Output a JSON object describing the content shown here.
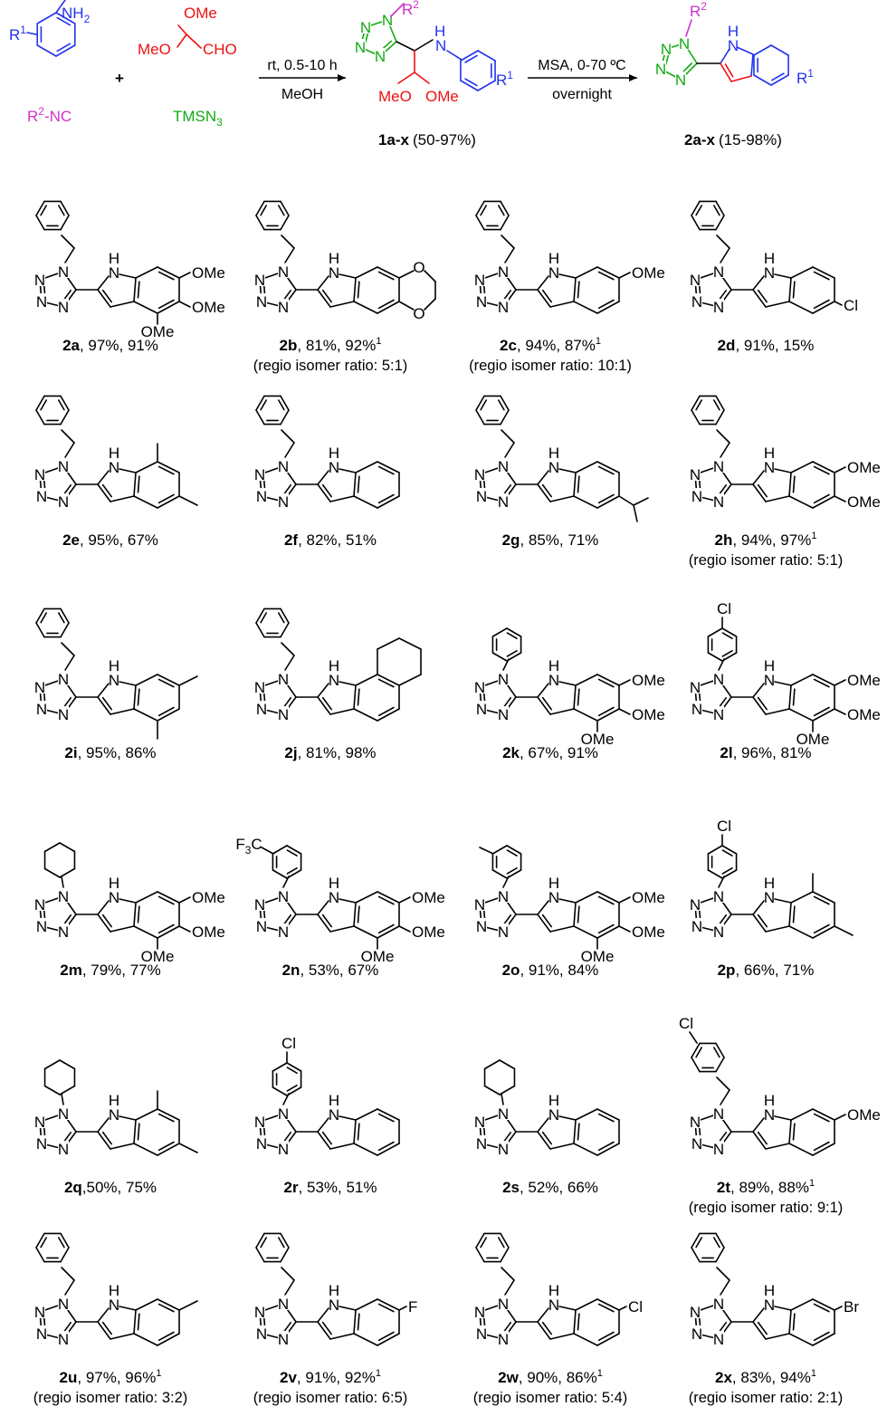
{
  "reagents": {
    "aniline_r": "R",
    "aniline_r_sup": "1",
    "nh2": "NH",
    "nh2_sub": "2",
    "acetal_ome": "OMe",
    "acetal_meo": "MeO",
    "acetal_cho": "CHO",
    "isocyanide_r": "R",
    "isocyanide_sup": "2",
    "isocyanide_rest": "-NC",
    "azide": "TMSN",
    "azide_sub": "3",
    "plus": "+"
  },
  "step1": {
    "above": "rt, 0.5-10 h",
    "below": "MeOH"
  },
  "step2": {
    "above": "MSA, 0-70 ºC",
    "below": "overnight"
  },
  "intermediate": {
    "id": "1a-x",
    "yield": "(50-97%)",
    "nh": "H",
    "n": "N",
    "meo": "MeO",
    "ome": "OMe"
  },
  "final": {
    "id": "2a-x",
    "yield": "(15-98%)"
  },
  "atoms": {
    "N": "N",
    "NH_H": "H",
    "NH_N": "N",
    "OMe": "OMe",
    "O": "O",
    "Cl": "Cl",
    "F": "F",
    "Br": "Br",
    "F3C": "F",
    "R2": "R",
    "R2_sup": "2",
    "R1": "R",
    "R1_sup": "1"
  },
  "compounds": [
    {
      "id": "2a",
      "text": ", 97%, 91%",
      "note": ""
    },
    {
      "id": "2b",
      "text": ", 81%, 92%",
      "sup": "1",
      "note": "(regio isomer ratio: 5:1)"
    },
    {
      "id": "2c",
      "text": ", 94%, 87%",
      "sup": "1",
      "note": "(regio isomer ratio: 10:1)"
    },
    {
      "id": "2d",
      "text": ", 91%, 15%",
      "note": ""
    },
    {
      "id": "2e",
      "text": ", 95%, 67%",
      "note": ""
    },
    {
      "id": "2f",
      "text": ", 82%, 51%",
      "note": ""
    },
    {
      "id": "2g",
      "text": ", 85%, 71%",
      "note": ""
    },
    {
      "id": "2h",
      "text": ", 94%, 97%",
      "sup": "1",
      "note": "(regio isomer ratio: 5:1)"
    },
    {
      "id": "2i",
      "text": ", 95%, 86%",
      "note": ""
    },
    {
      "id": "2j",
      "text": ", 81%, 98%",
      "note": ""
    },
    {
      "id": "2k",
      "text": ", 67%, 91%",
      "note": ""
    },
    {
      "id": "2l",
      "text": ", 96%, 81%",
      "note": ""
    },
    {
      "id": "2m",
      "text": ", 79%, 77%",
      "note": ""
    },
    {
      "id": "2n",
      "text": ", 53%, 67%",
      "note": ""
    },
    {
      "id": "2o",
      "text": ", 91%, 84%",
      "note": ""
    },
    {
      "id": "2p",
      "text": ", 66%, 71%",
      "note": ""
    },
    {
      "id": "2q",
      "text": ",50%, 75%",
      "note": ""
    },
    {
      "id": "2r",
      "text": ", 53%, 51%",
      "note": ""
    },
    {
      "id": "2s",
      "text": ", 52%, 66%",
      "note": ""
    },
    {
      "id": "2t",
      "text": ", 89%, 88%",
      "sup": "1",
      "note": "(regio isomer ratio: 9:1)"
    },
    {
      "id": "2u",
      "text": ", 97%, 96%",
      "sup": "1",
      "note": "(regio isomer ratio: 3:2)"
    },
    {
      "id": "2v",
      "text": ", 91%, 92%",
      "sup": "1",
      "note": "(regio isomer ratio: 6:5)"
    },
    {
      "id": "2w",
      "text": ", 90%, 86%",
      "sup": "1",
      "note": "(regio isomer ratio: 5:4)"
    },
    {
      "id": "2x",
      "text": ", 83%, 94%",
      "sup": "1",
      "note": "(regio isomer ratio: 2:1)"
    }
  ],
  "colors": {
    "blue": "#2233ee",
    "red": "#ee1111",
    "green": "#11aa11",
    "magenta": "#cc33cc",
    "black": "#000000"
  }
}
